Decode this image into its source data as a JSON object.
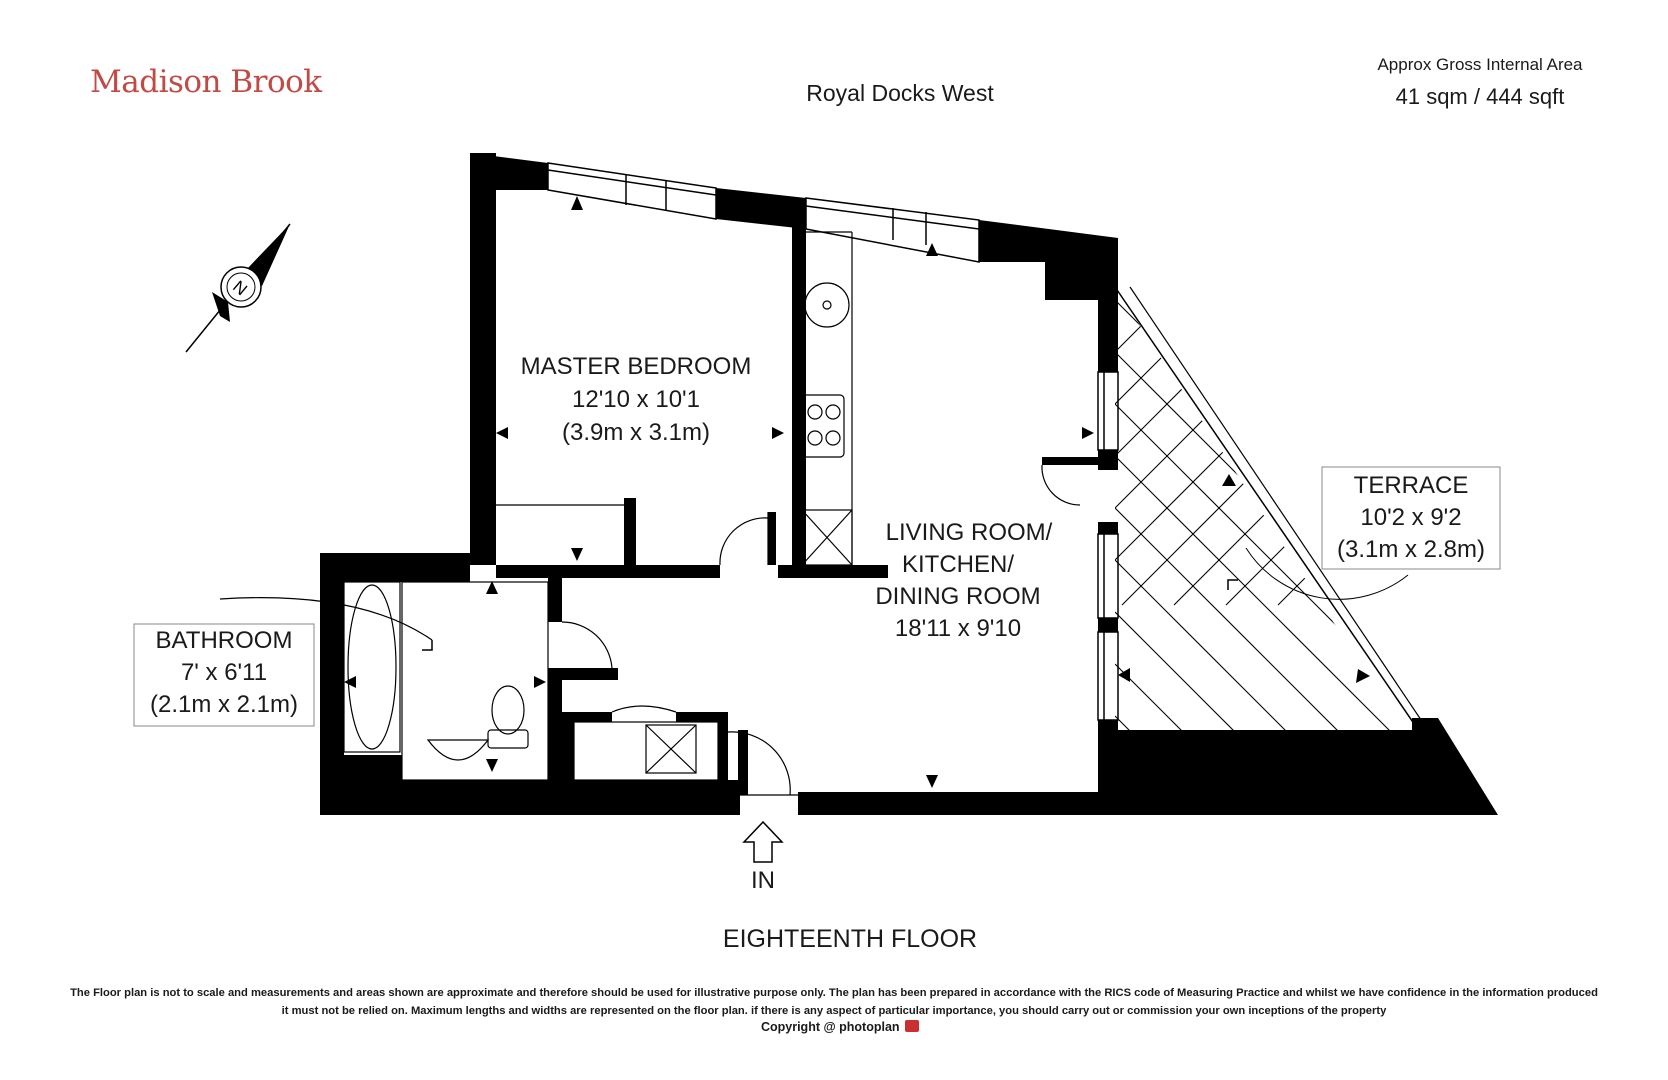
{
  "header": {
    "brand": "Madison Brook",
    "property_name": "Royal Docks West",
    "area_label": "Approx Gross Internal Area",
    "area_value": "41 sqm / 444 sqft"
  },
  "compass": {
    "letter": "N"
  },
  "rooms": {
    "master_bedroom": {
      "name": "MASTER BEDROOM",
      "imperial": "12'10 x 10'1",
      "metric": "(3.9m x 3.1m)"
    },
    "living": {
      "name_line1": "LIVING ROOM/",
      "name_line2": "KITCHEN/",
      "name_line3": "DINING ROOM",
      "imperial": "18'11 x 9'10"
    },
    "terrace": {
      "name": "TERRACE",
      "imperial": "10'2 x 9'2",
      "metric": "(3.1m x 2.8m)"
    },
    "bathroom": {
      "name": "BATHROOM",
      "imperial": "7' x 6'11",
      "metric": "(2.1m x 2.1m)"
    }
  },
  "entrance": {
    "label": "IN"
  },
  "floor": {
    "name": "EIGHTEENTH FLOOR"
  },
  "footer": {
    "disclaimer": "The Floor plan is not to scale and measurements and areas shown are approximate and therefore should be used for illustrative purpose only. The plan has been prepared in accordance with the RICS code of Measuring Practice and whilst we have confidence in the information produced it must not be relied on. Maximum  lengths and widths are represented on the floor plan. if there is any aspect of particular importance, you should carry out or commission your own inceptions of the property",
    "copyright_prefix": "Copyright @",
    "copyright_brand": "photoplan"
  },
  "colors": {
    "brand": "#c24a45",
    "wall": "#000000",
    "text": "#1a1a1a"
  }
}
